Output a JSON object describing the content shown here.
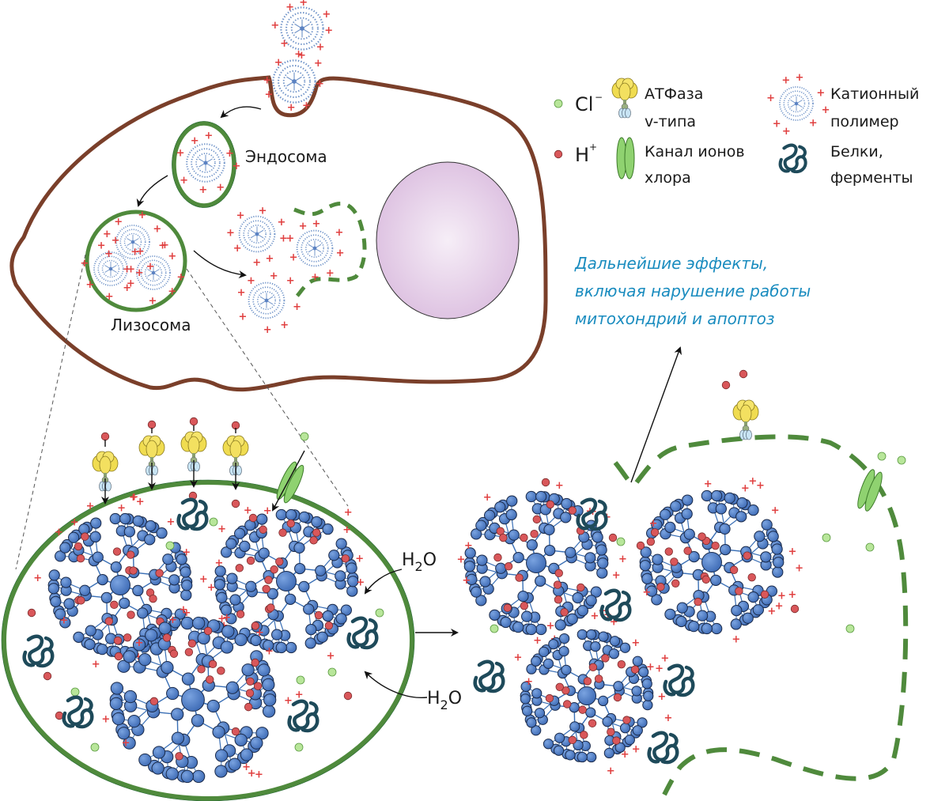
{
  "title": "Механизм действия катионного полимера: эндоцитоз, эффект протонной губки и разрушение лизосомы",
  "colors": {
    "cell_membrane": "#7a3f2a",
    "organelle_membrane": "#4f8a3c",
    "nucleus_fill": "#e9d2ec",
    "polymer_bead": "#4f7fc8",
    "proton": "#d9575a",
    "chloride": "#9fdc7f",
    "charge": "#e04040",
    "protein": "#1e4a5a",
    "atpase": "#f0dc50",
    "effects_text": "#1a8cbf"
  },
  "labels": {
    "endosome": "Эндосома",
    "lysosome": "Лизосома",
    "water_top": "H",
    "water_sub": "2",
    "water_o": "O",
    "charge_symbol": "+"
  },
  "legend": {
    "chloride": {
      "symbol": "Cl",
      "sup": "−",
      "icon": "green-dot-icon"
    },
    "proton": {
      "symbol": "H",
      "sup": "+",
      "icon": "red-dot-icon"
    },
    "atpase": {
      "line1": "АТФаза",
      "line2": "v-типа",
      "icon": "v-atpase-icon"
    },
    "channel": {
      "line1": "Канал ионов",
      "line2": "хлора",
      "icon": "chloride-channel-icon"
    },
    "polymer": {
      "line1": "Катионный",
      "line2": "полимер",
      "icon": "cationic-polymer-icon"
    },
    "protein": {
      "line1": "Белки,",
      "line2": "ферменты",
      "icon": "protein-icon"
    }
  },
  "effects": {
    "line1": "Дальнейшие эффекты,",
    "line2": "включая нарушение работы",
    "line3": "митохондрий и апоптоз"
  }
}
